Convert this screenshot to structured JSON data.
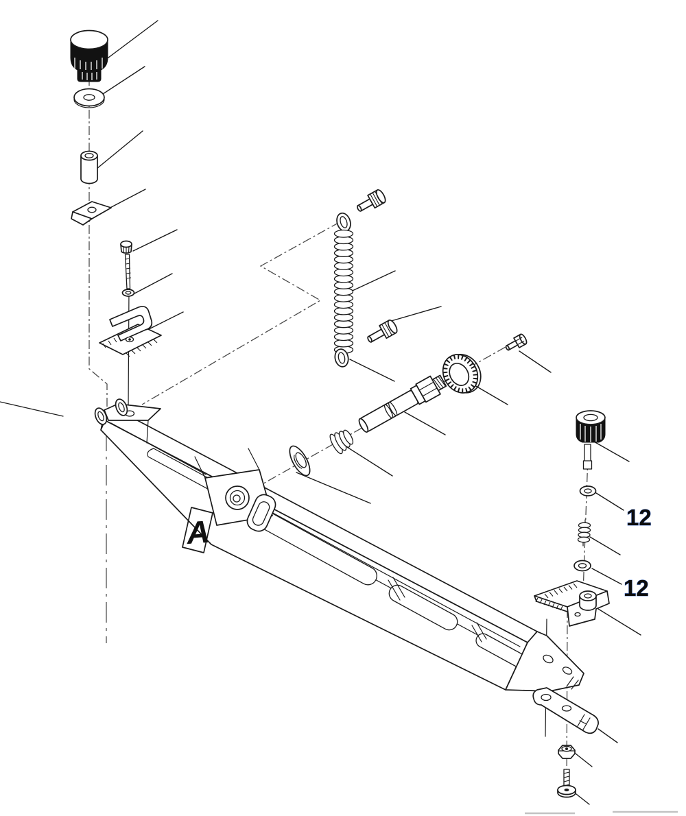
{
  "figure": {
    "type": "exploded-parts-diagram",
    "description": "Isometric exploded view of a boom arm assembly with fasteners, springs, washers, knobs and brackets",
    "background": "#ffffff",
    "line_color": "#1a1a1a",
    "centerline_color": "#4a4a4a",
    "view_label": "A",
    "callouts": [
      {
        "text": "12",
        "points_to": "upper-right-washer"
      },
      {
        "text": "12",
        "points_to": "lower-right-washer"
      }
    ],
    "parts": [
      "knurled-knob-large",
      "flat-washer",
      "spacer-sleeve",
      "clip-nut-plate",
      "machine-screw",
      "small-lock-washer",
      "u-clip-plate",
      "tension-spring",
      "shoulder-pin-upper",
      "shoulder-pin-lower",
      "pivot-shaft-bolt",
      "knurled-ring-nut",
      "hex-screw",
      "conical-spring",
      "pivot-washer",
      "boom-arm",
      "adjuster-knob",
      "washer-upper",
      "coil-spring-small",
      "washer-lower",
      "anchor-bracket",
      "link-plate",
      "hex-nut",
      "pan-head-screw"
    ]
  }
}
